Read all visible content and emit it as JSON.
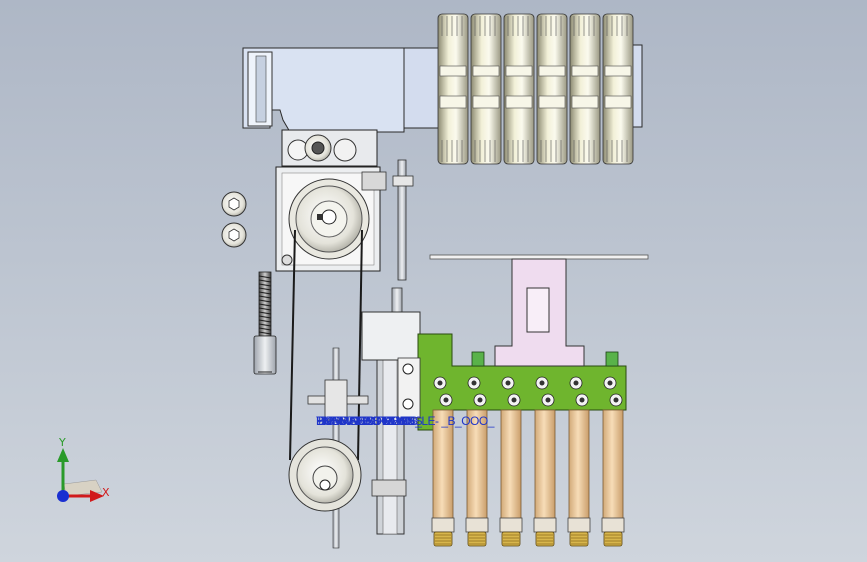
{
  "overlay": {
    "lines": [
      "LNT  MAGS  PRESS",
      "BKAS  SNAS  FAWNS",
      "ENGRAVE DOLLO",
      "PUBS  SEROIEGI",
      "DUMATIGS  ROADS",
      "TIP-TM7.OO  ROHB_LE-  _B_OOO_"
    ],
    "colors": {
      "label": "#1f35c9",
      "accent": "#5fa324",
      "background_top": "#aeb7c6",
      "background_bottom": "#cfd5dd"
    }
  },
  "triad": {
    "x_label": "X",
    "y_label": "Y",
    "x_color": "#d11a1a",
    "y_color": "#2a9a2a",
    "z_color": "#1a2fd1"
  }
}
